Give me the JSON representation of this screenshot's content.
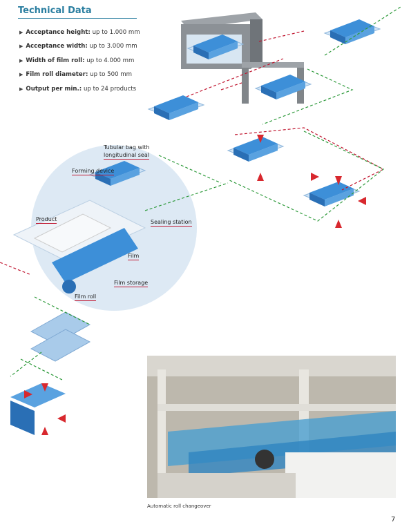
{
  "title": "Technical Data",
  "specs": [
    {
      "label": "Acceptance height:",
      "value": " up to 1.000 mm"
    },
    {
      "label": "Acceptance width:",
      "value": " up to 3.000 mm"
    },
    {
      "label": "Width of film roll:",
      "value": " up to 4.000 mm"
    },
    {
      "label": "Film roll diameter:",
      "value": " up to 500 mm"
    },
    {
      "label": "Output per min.:",
      "value": " up to 24 products"
    }
  ],
  "labels": {
    "tubular_bag_1": "Tubular bag with",
    "tubular_bag_2": "longitudinal seal",
    "forming_device": "Forming device",
    "product": "Product",
    "sealing_station": "Sealing station",
    "film": "Film",
    "film_storage": "Film storage",
    "film_roll": "Film roll"
  },
  "caption": "Automatic roll changeover",
  "page_number": "7",
  "colors": {
    "accent": "#2a7ea0",
    "label_line": "#c0152f",
    "package_blue": "#3d8fd8",
    "circle_bg": "#dde9f4"
  }
}
